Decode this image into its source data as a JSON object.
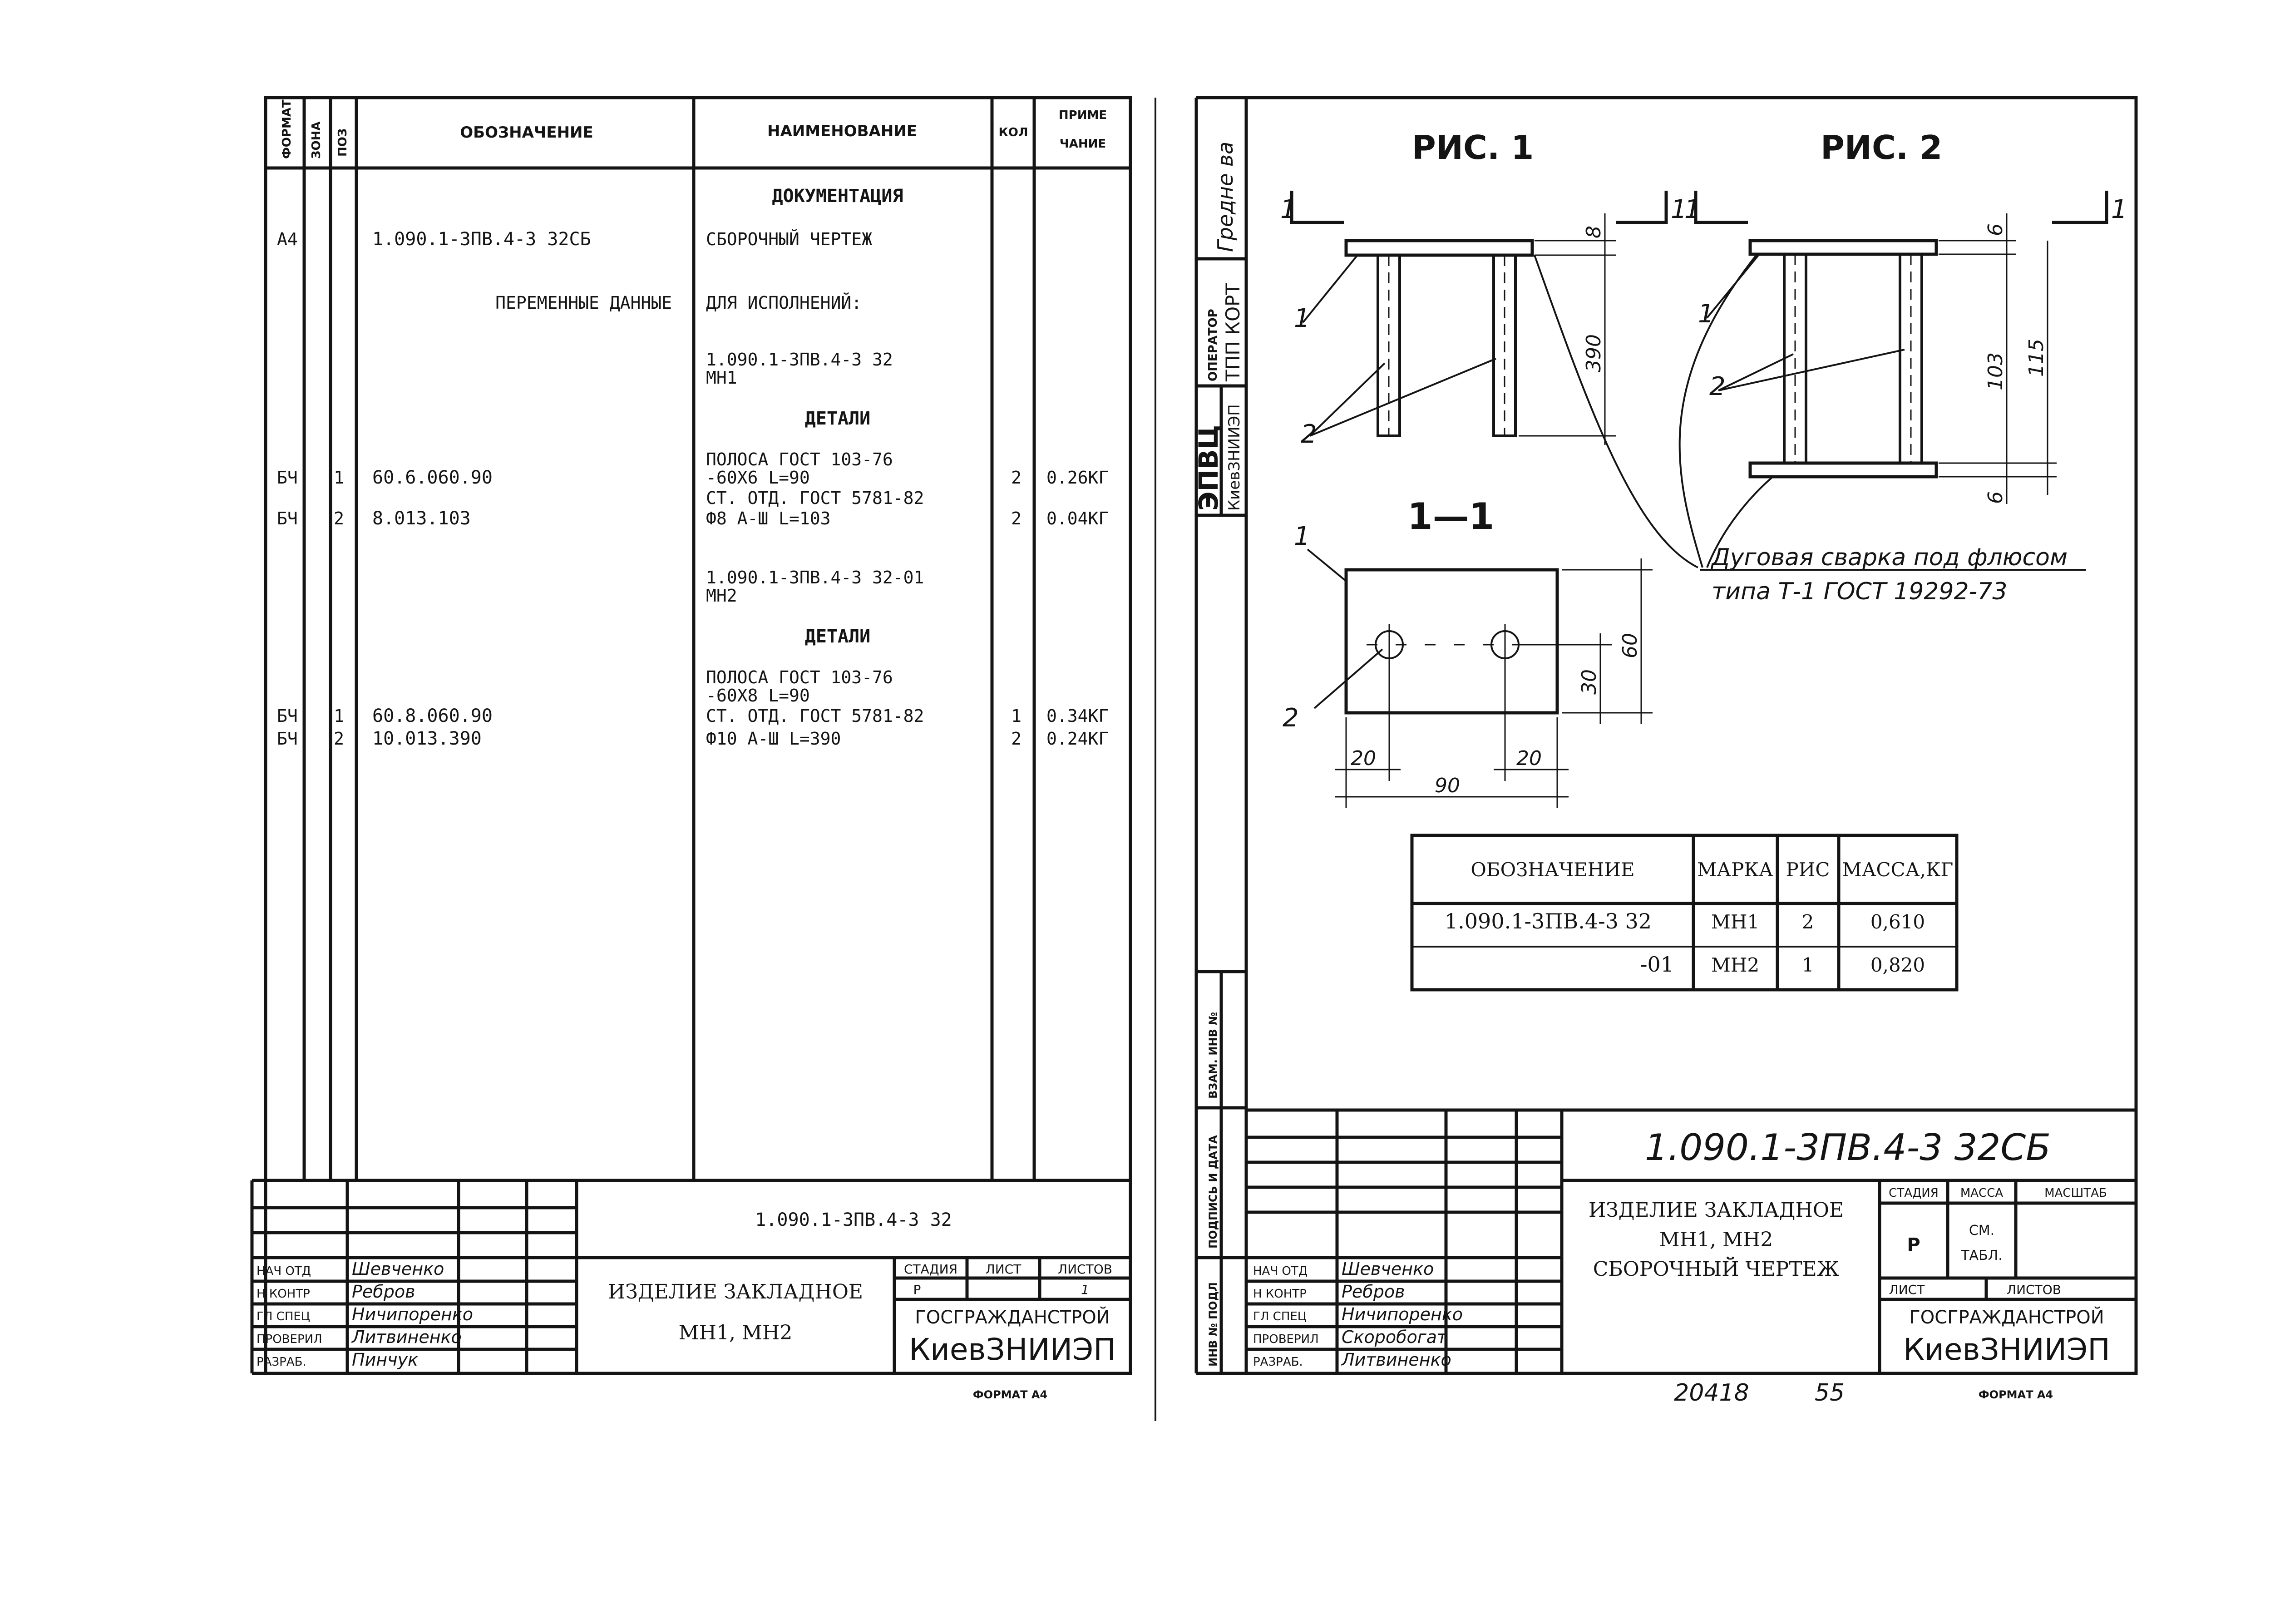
{
  "left_sheet": {
    "spec_headers": {
      "format": "ФОРМАТ",
      "zone": "ЗОНА",
      "pos": "ПОЗ",
      "designation": "ОБОЗНАЧЕНИЕ",
      "name": "НАИМЕНОВАНИЕ",
      "qty": "КОЛ",
      "note_line1": "ПРИМЕ",
      "note_line2": "ЧАНИЕ"
    },
    "spec_rows": [
      {
        "format": "",
        "pos": "",
        "designation": "",
        "name": "ДОКУМЕНТАЦИЯ",
        "qty": "",
        "note": ""
      },
      {
        "format": "А4",
        "pos": "",
        "designation": "1.090.1-3ПВ.4-3 32СБ",
        "name": "СБОРОЧНЫЙ ЧЕРТЕЖ",
        "qty": "",
        "note": ""
      },
      {
        "format": "",
        "pos": "",
        "designation": "ПЕРЕМЕННЫЕ ДАННЫЕ",
        "name": "ДЛЯ ИСПОЛНЕНИЙ:",
        "qty": "",
        "note": ""
      },
      {
        "format": "",
        "pos": "",
        "designation": "",
        "name": "1.090.1-3ПВ.4-3 32",
        "qty": "",
        "note": ""
      },
      {
        "format": "",
        "pos": "",
        "designation": "",
        "name": "МН1",
        "qty": "",
        "note": ""
      },
      {
        "format": "",
        "pos": "",
        "designation": "",
        "name": "ДЕТАЛИ",
        "qty": "",
        "note": ""
      },
      {
        "format": "",
        "pos": "",
        "designation": "",
        "name": "ПОЛОСА ГОСТ 103-76",
        "qty": "",
        "note": ""
      },
      {
        "format": "БЧ",
        "pos": "1",
        "designation": "60.6.060.90",
        "name": "-60Х6 L=90",
        "qty": "2",
        "note": "0.26КГ"
      },
      {
        "format": "",
        "pos": "",
        "designation": "",
        "name": "СТ. ОТД. ГОСТ 5781-82",
        "qty": "",
        "note": ""
      },
      {
        "format": "БЧ",
        "pos": "2",
        "designation": "8.013.103",
        "name": "Ф8 А-Ш L=103",
        "qty": "2",
        "note": "0.04КГ"
      },
      {
        "format": "",
        "pos": "",
        "designation": "",
        "name": "1.090.1-3ПВ.4-3 32-01",
        "qty": "",
        "note": ""
      },
      {
        "format": "",
        "pos": "",
        "designation": "",
        "name": "МН2",
        "qty": "",
        "note": ""
      },
      {
        "format": "",
        "pos": "",
        "designation": "",
        "name": "ДЕТАЛИ",
        "qty": "",
        "note": ""
      },
      {
        "format": "",
        "pos": "",
        "designation": "",
        "name": "ПОЛОСА ГОСТ 103-76",
        "qty": "",
        "note": ""
      },
      {
        "format": "",
        "pos": "",
        "designation": "",
        "name": "-60Х8 L=90",
        "qty": "",
        "note": ""
      },
      {
        "format": "БЧ",
        "pos": "1",
        "designation": "60.8.060.90",
        "name": "СТ. ОТД. ГОСТ 5781-82",
        "qty": "1",
        "note": "0.34КГ"
      },
      {
        "format": "БЧ",
        "pos": "2",
        "designation": "10.013.390",
        "name": "Ф10 А-Ш L=390",
        "qty": "2",
        "note": "0.24КГ"
      }
    ],
    "title_block": {
      "doc_code": "1.090.1-3ПВ.4-3 32",
      "title_line1": "ИЗДЕЛИЕ ЗАКЛАДНОЕ",
      "title_line2": "МН1, МН2",
      "stage_label": "СТАДИЯ",
      "sheet_label": "ЛИСТ",
      "sheets_label": "ЛИСТОВ",
      "stage_value": "Р",
      "sheets_value": "1",
      "org_top": "ГОСГРАЖДАНСТРОЙ",
      "org_bottom": "КиевЗНИИЭП",
      "roles": [
        {
          "role": "НАЧ ОТД",
          "name": "Шевченко"
        },
        {
          "role": "Н КОНТР",
          "name": "Ребров"
        },
        {
          "role": "ГЛ СПЕЦ",
          "name": "Ничипоренко"
        },
        {
          "role": "ПРОВЕРИЛ",
          "name": "Литвиненко"
        },
        {
          "role": "РАЗРАБ.",
          "name": "Пинчук"
        }
      ]
    },
    "format_note": "ФОРМАТ А4"
  },
  "right_sheet": {
    "side_stamp": {
      "name_top": "Гредне ва",
      "operator_label": "ОПЕРАТОР",
      "operator_value": "ТПП КОРТ",
      "epvc": "ЭПВЦ",
      "org": "КиевЗНИИЭП",
      "inv_label": "ВЗАМ. ИНВ №",
      "sign_label": "ПОДПИСЬ И ДАТА",
      "inv_orig_label": "ИНВ № ПОДЛ"
    },
    "fig1_title": "РИС. 1",
    "fig2_title": "РИС. 2",
    "section_mark": "1",
    "section_title": "1—1",
    "leaders": {
      "one": "1",
      "two": "2"
    },
    "dims": {
      "fig1_plate": "8",
      "fig1_height": "390",
      "fig2_plate_top": "6",
      "fig2_plate_bottom": "6",
      "fig2_inner": "103",
      "fig2_total": "115",
      "sect_width": "90",
      "sect_edge_left": "20",
      "sect_edge_right": "20",
      "sect_height": "60",
      "sect_half": "30"
    },
    "weld_note_line1": "Дуговая сварка под флюсом",
    "weld_note_line2": "типа Т-1 ГОСТ 19292-73",
    "mark_table": {
      "headers": [
        "ОБОЗНАЧЕНИЕ",
        "МАРКА",
        "РИС",
        "МАССА,КГ"
      ],
      "rows": [
        [
          "1.090.1-3ПВ.4-3 32",
          "МН1",
          "2",
          "0,610"
        ],
        [
          "-01",
          "МН2",
          "1",
          "0,820"
        ]
      ]
    },
    "title_block": {
      "doc_code": "1.090.1-3ПВ.4-3 32СБ",
      "title_line1": "ИЗДЕЛИЕ ЗАКЛАДНОЕ",
      "title_line2": "МН1, МН2",
      "title_line3": "СБОРОЧНЫЙ ЧЕРТЕЖ",
      "stage_label": "СТАДИЯ",
      "mass_label": "МАССА",
      "scale_label": "МАСШТАБ",
      "stage_value": "Р",
      "mass_value_line1": "СМ.",
      "mass_value_line2": "ТАБЛ.",
      "sheet_label": "ЛИСТ",
      "sheets_label": "ЛИСТОВ",
      "org_top": "ГОСГРАЖДАНСТРОЙ",
      "org_bottom": "КиевЗНИИЭП",
      "roles": [
        {
          "role": "НАЧ ОТД",
          "name": "Шевченко"
        },
        {
          "role": "Н КОНТР",
          "name": "Ребров"
        },
        {
          "role": "ГЛ СПЕЦ",
          "name": "Ничипоренко"
        },
        {
          "role": "ПРОВЕРИЛ",
          "name": "Скоробогат"
        },
        {
          "role": "РАЗРАБ.",
          "name": "Литвиненко"
        }
      ]
    },
    "archive_number": "20418",
    "page_number": "55",
    "format_note": "ФОРМАТ А4"
  }
}
